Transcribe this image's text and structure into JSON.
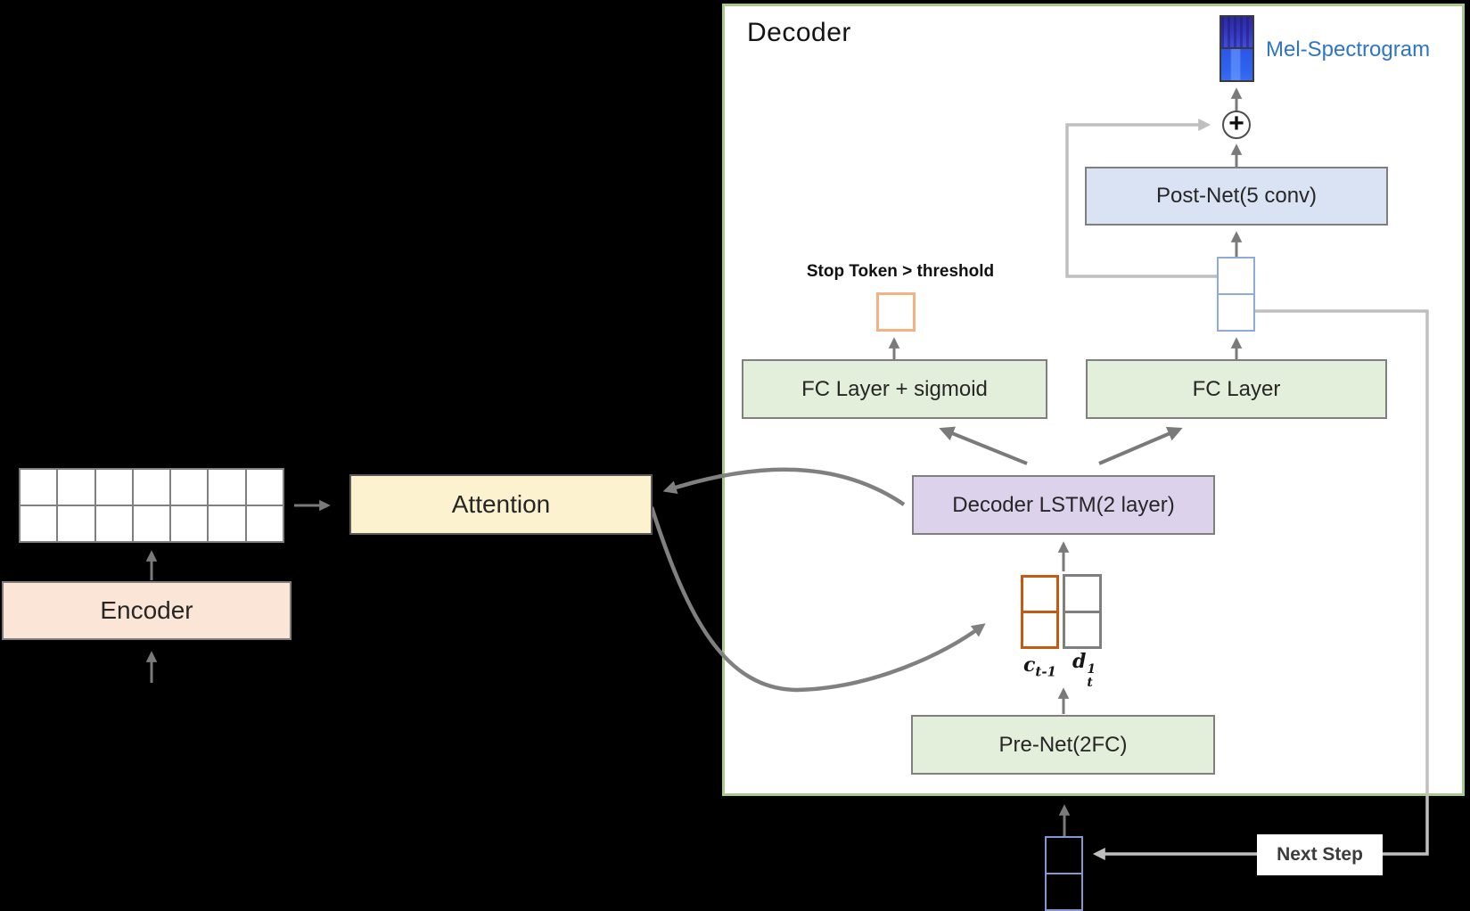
{
  "panel": {
    "title": "Decoder"
  },
  "blocks": {
    "encoder": "Encoder",
    "attention": "Attention",
    "pre_net": "Pre-Net(2FC)",
    "decoder_lstm": "Decoder LSTM(2 layer)",
    "fc_sigmoid": "FC Layer + sigmoid",
    "fc_layer": "FC Layer",
    "post_net": "Post-Net(5 conv)"
  },
  "annotations": {
    "stop_token": "Stop Token > threshold",
    "mel_spectrogram": "Mel-Spectrogram",
    "next_step": "Next Step",
    "plus": "+"
  },
  "math": {
    "context_base": "c",
    "context_sub": "t-1",
    "input_base": "d",
    "input_sup": "1",
    "input_sub": "t"
  },
  "colors": {
    "panel_border": "#a9c98d",
    "green_fill": "#e3efda",
    "purple_fill": "#ddd2ec",
    "postnet_fill": "#dae3f3",
    "attention_fill": "#fdf2cf",
    "encoder_fill": "#fbe5d6",
    "stop_box_border": "#f4b183",
    "context_box_border": "#c55a11",
    "frame_box_border": "#8faadc",
    "mel_text": "#2e75c6",
    "arrow_dark": "#7a7a7a",
    "arrow_light": "#bfbfbf"
  }
}
